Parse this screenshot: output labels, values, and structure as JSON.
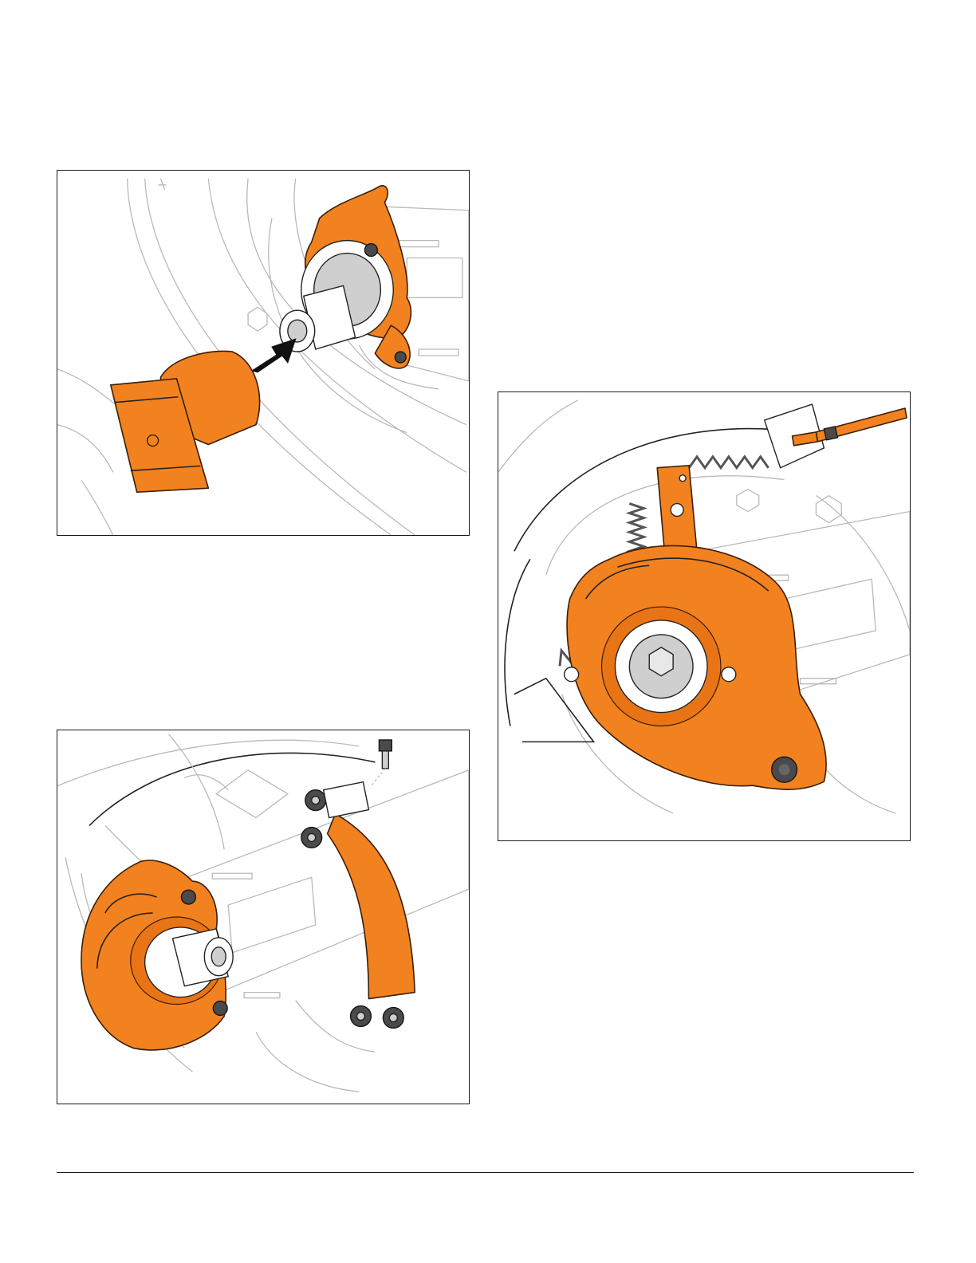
{
  "page": {
    "figures": [
      {
        "id": "fig1",
        "subject": "spacer-insert-onto-shaft"
      },
      {
        "id": "fig2",
        "subject": "guard-strap-with-flange-nuts"
      },
      {
        "id": "fig3",
        "subject": "brake-assembly-with-spring-and-cable"
      }
    ]
  },
  "colors": {
    "accent": "#f2821f",
    "line_art": "#b9b9b9",
    "outline": "#222222",
    "border": "#1a1a1a"
  },
  "icons": [
    "insertion-arrow-icon"
  ]
}
